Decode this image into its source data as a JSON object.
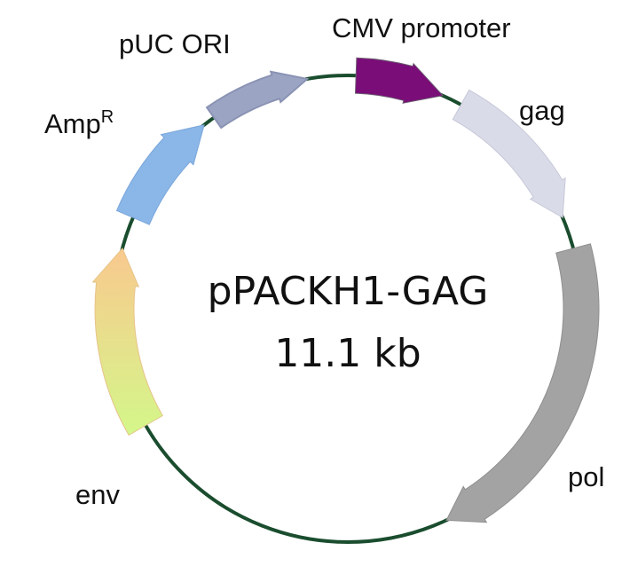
{
  "plasmid": {
    "name": "pPACKH1-GAG",
    "size": "11.1 kb",
    "backbone_color": "#1a4d2e"
  },
  "features": [
    {
      "id": "cmv",
      "label": "CMV promoter",
      "color": "#7a0d78",
      "icon": "arrow-clockwise"
    },
    {
      "id": "gag",
      "label": "gag",
      "color": "#dadbe8",
      "icon": "arrow-clockwise"
    },
    {
      "id": "pol",
      "label": "pol",
      "color": "#a3a3a3",
      "icon": "arrow-clockwise"
    },
    {
      "id": "env",
      "label": "env",
      "color": "#f9c98e",
      "color_secondary": "#d4f78a",
      "icon": "arrow-counterclockwise"
    },
    {
      "id": "ampr",
      "label": "Amp",
      "label_superscript": "R",
      "color": "#8ab6e8",
      "icon": "arrow-clockwise"
    },
    {
      "id": "puc",
      "label": "pUC ORI",
      "color": "#9ba4c3",
      "icon": "arrow-clockwise"
    }
  ]
}
